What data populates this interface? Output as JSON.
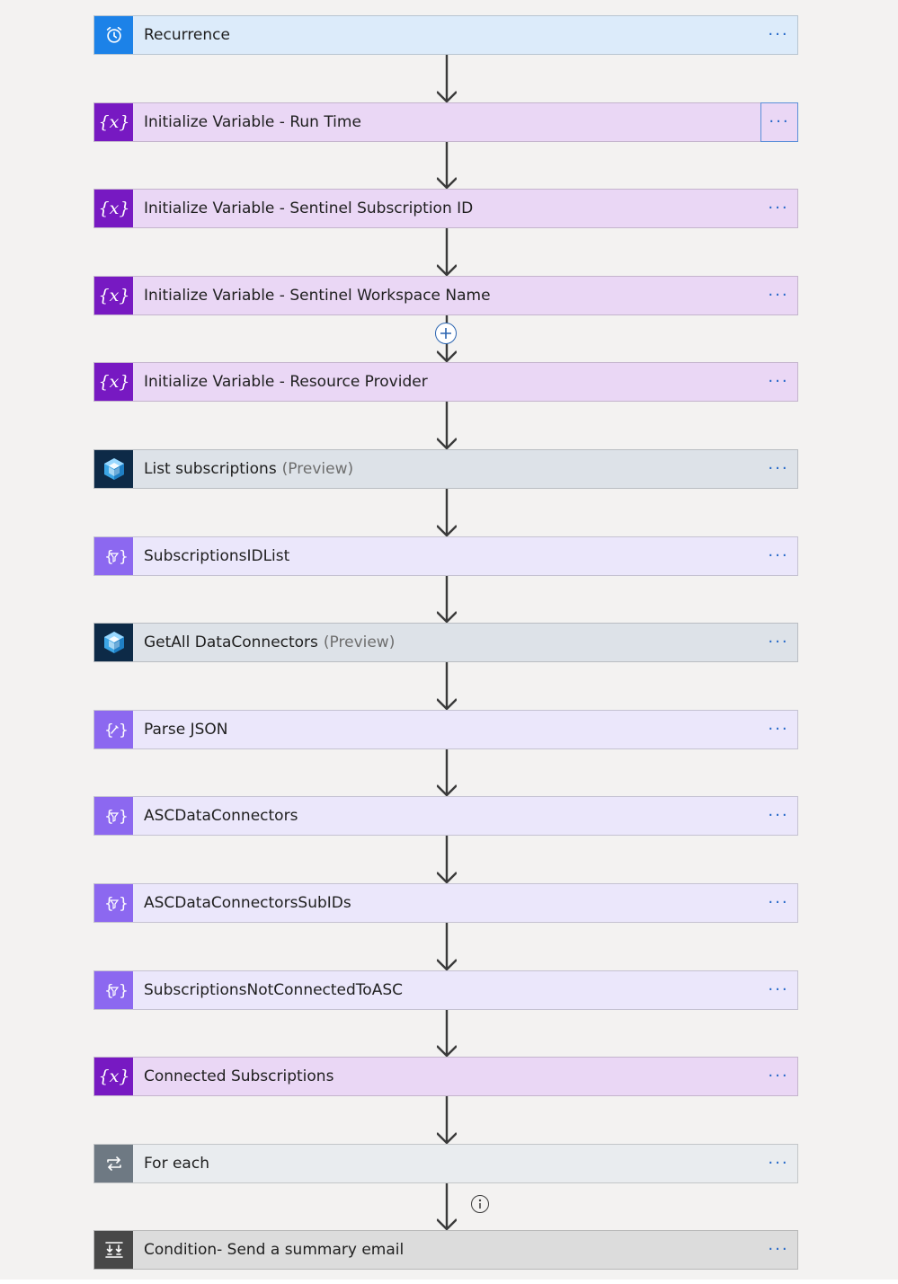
{
  "colors": {
    "schedule_bg": "#dcebfa",
    "schedule_icon": "#1c82e8",
    "variable_bg": "#ead7f5",
    "variable_icon": "#7719c2",
    "compose_bg": "#ebe7fb",
    "compose_icon": "#8c68f0",
    "sentinel_bg": "#dde2e8",
    "sentinel_icon": "#0d2a47",
    "loop_bg": "#e9ecef",
    "loop_icon": "#6e7983",
    "condition_bg": "#dcdcdc",
    "condition_icon": "#484848",
    "menu_dots": "#2266c8"
  },
  "steps": [
    {
      "label": "Recurrence",
      "icon": "alarm-clock-icon",
      "kind": "schedule",
      "menu": "···"
    },
    {
      "label": "Initialize Variable - Run Time",
      "icon": "variable-icon",
      "kind": "variable",
      "menu": "···",
      "focused": true
    },
    {
      "label": "Initialize Variable - Sentinel Subscription ID",
      "icon": "variable-icon",
      "kind": "variable",
      "menu": "···"
    },
    {
      "label": "Initialize Variable - Sentinel Workspace Name",
      "icon": "variable-icon",
      "kind": "variable",
      "menu": "···"
    },
    {
      "label": "Initialize Variable - Resource Provider",
      "icon": "variable-icon",
      "kind": "variable",
      "menu": "···"
    },
    {
      "label": "List subscriptions",
      "extra": "(Preview)",
      "icon": "cube-icon",
      "kind": "sentinel",
      "menu": "···"
    },
    {
      "label": "SubscriptionsIDList",
      "icon": "filter-array-icon",
      "kind": "compose",
      "menu": "···"
    },
    {
      "label": "GetAll DataConnectors",
      "extra": "(Preview)",
      "icon": "cube-icon",
      "kind": "sentinel",
      "menu": "···"
    },
    {
      "label": "Parse JSON",
      "icon": "parse-json-icon",
      "kind": "compose",
      "menu": "···"
    },
    {
      "label": "ASCDataConnectors",
      "icon": "filter-array-icon",
      "kind": "compose",
      "menu": "···"
    },
    {
      "label": "ASCDataConnectorsSubIDs",
      "icon": "filter-array-icon",
      "kind": "compose",
      "menu": "···"
    },
    {
      "label": "SubscriptionsNotConnectedToASC",
      "icon": "filter-array-icon",
      "kind": "compose",
      "menu": "···"
    },
    {
      "label": "Connected Subscriptions",
      "icon": "variable-icon",
      "kind": "variable",
      "menu": "···"
    },
    {
      "label": "For each",
      "icon": "loop-icon",
      "kind": "loop",
      "menu": "···"
    },
    {
      "label": "Condition- Send a summary email",
      "icon": "condition-icon",
      "kind": "condition",
      "menu": "···"
    }
  ],
  "insert_step_after_index": 3,
  "info_after_index": 13
}
